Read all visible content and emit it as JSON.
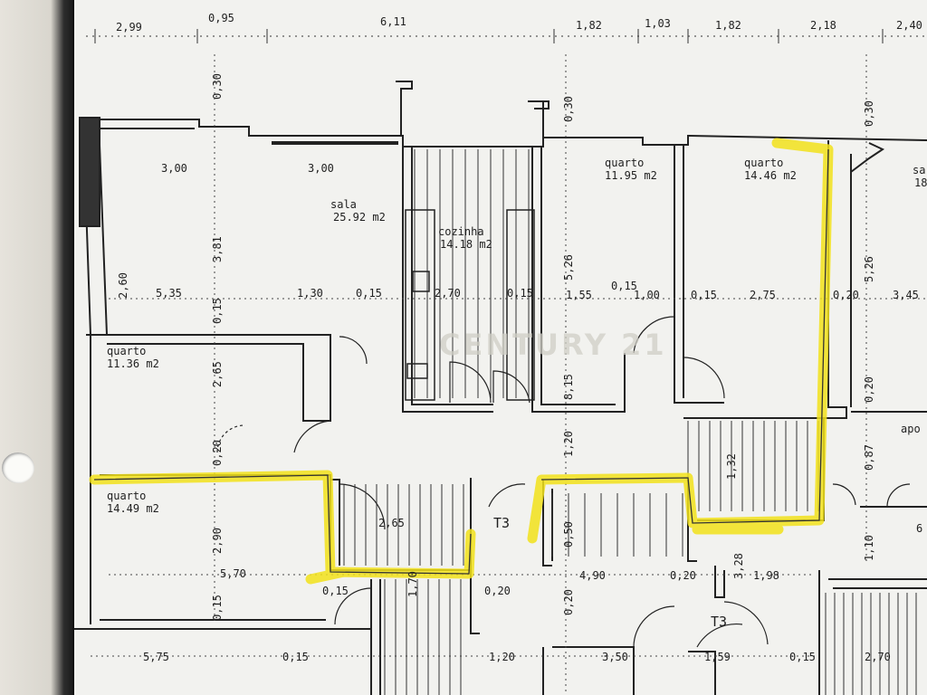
{
  "document": {
    "watermark": "CENTURY 21",
    "top_dimensions": [
      "2,99",
      "0,95",
      "6,11",
      "1,82",
      "1,03",
      "1,82",
      "2,18",
      "2,40"
    ],
    "rooms": [
      {
        "name": "sala",
        "area": "25.92 m2"
      },
      {
        "name": "cozinha",
        "area": "14.18 m2"
      },
      {
        "name": "quarto",
        "area": "11.95 m2"
      },
      {
        "name": "quarto",
        "area": "14.46 m2"
      },
      {
        "name": "quarto",
        "area": "11.36 m2"
      },
      {
        "name": "quarto",
        "area": "14.49 m2"
      },
      {
        "name": "sa",
        "area": "18"
      },
      {
        "name": "apo",
        "area": ""
      }
    ],
    "dimensions": [
      "3,00",
      "3,00",
      "0,30",
      "0,30",
      "0,30",
      "3,81",
      "5,26",
      "5,26",
      "2,60",
      "5,35",
      "0,15",
      "1,30",
      "0,15",
      "2,70",
      "0,15",
      "1,55",
      "0,15",
      "1,00",
      "0,15",
      "2,75",
      "0,20",
      "3,45",
      "2,65",
      "0,20",
      "1,20",
      "8,15",
      "1,20",
      "0,20",
      "0,87",
      "2,90",
      "5,70",
      "0,15",
      "2,65",
      "1,70",
      "0,50",
      "4,90",
      "0,20",
      "1,98",
      "3,28",
      "1,10",
      "5,75",
      "0,15",
      "1,20",
      "0,20",
      "3,50",
      "1,59",
      "0,15",
      "2,70",
      "6",
      "0,20",
      "0,15",
      "0,20",
      "0,15",
      "1,32"
    ],
    "type_labels": [
      "T3",
      "T3"
    ]
  }
}
